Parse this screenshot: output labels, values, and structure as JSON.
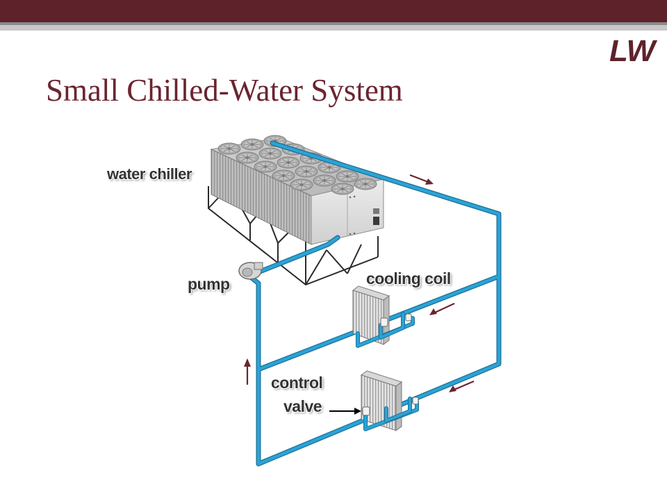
{
  "slide": {
    "title": "Small Chilled-Water System",
    "logo_text": "LW"
  },
  "labels": {
    "water_chiller": "water chiller",
    "pump": "pump",
    "cooling_coil": "cooling coil",
    "control": "control",
    "valve": "valve"
  },
  "colors": {
    "brand": "#5e222b",
    "title": "#6b2530",
    "pipe": "#2aa3d6",
    "flow_arrow": "#6b2530"
  }
}
